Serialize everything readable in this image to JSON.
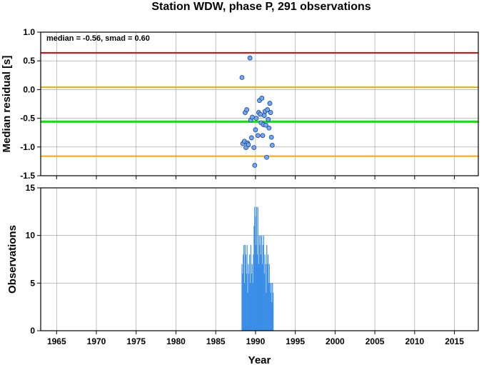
{
  "title": "Station WDW, phase P, 291 observations",
  "chart_data": [
    {
      "type": "scatter",
      "ylabel": "Median residual [s]",
      "xlim": [
        1963,
        2018
      ],
      "ylim": [
        -1.5,
        1.0
      ],
      "yticks": [
        "-1.5",
        "-1.0",
        "-0.5",
        "0.0",
        "0.5",
        "1.0"
      ],
      "grid": true,
      "annotation": "median = -0.56, smad = 0.60",
      "hlines": [
        {
          "y": 0.64,
          "color": "#ff0000"
        },
        {
          "y": 0.04,
          "color": "#ffa500"
        },
        {
          "y": -0.56,
          "color": "#00ee00"
        },
        {
          "y": -1.16,
          "color": "#ffa500"
        }
      ],
      "marker_fill": "#6fa8f5",
      "marker_stroke": "#1f3f8f",
      "points": [
        {
          "x": 1988.3,
          "y": 0.21
        },
        {
          "x": 1988.4,
          "y": -0.94
        },
        {
          "x": 1988.6,
          "y": -0.9
        },
        {
          "x": 1988.7,
          "y": -0.4
        },
        {
          "x": 1988.8,
          "y": -1.01
        },
        {
          "x": 1988.9,
          "y": -0.35
        },
        {
          "x": 1989.0,
          "y": -0.93
        },
        {
          "x": 1989.1,
          "y": -0.96
        },
        {
          "x": 1989.3,
          "y": 0.55
        },
        {
          "x": 1989.4,
          "y": -0.53
        },
        {
          "x": 1989.5,
          "y": -0.84
        },
        {
          "x": 1989.6,
          "y": -0.48
        },
        {
          "x": 1989.8,
          "y": -1.01
        },
        {
          "x": 1989.9,
          "y": -1.32
        },
        {
          "x": 1990.0,
          "y": -0.7
        },
        {
          "x": 1990.1,
          "y": -0.5
        },
        {
          "x": 1990.3,
          "y": -0.8
        },
        {
          "x": 1990.4,
          "y": -0.4
        },
        {
          "x": 1990.5,
          "y": -0.19
        },
        {
          "x": 1990.6,
          "y": -0.43
        },
        {
          "x": 1990.7,
          "y": -0.58
        },
        {
          "x": 1990.8,
          "y": -0.15
        },
        {
          "x": 1990.9,
          "y": -0.8
        },
        {
          "x": 1991.0,
          "y": -0.61
        },
        {
          "x": 1991.1,
          "y": -0.45
        },
        {
          "x": 1991.2,
          "y": -0.38
        },
        {
          "x": 1991.3,
          "y": -0.62
        },
        {
          "x": 1991.4,
          "y": -1.18
        },
        {
          "x": 1991.5,
          "y": -0.35
        },
        {
          "x": 1991.6,
          "y": -0.52
        },
        {
          "x": 1991.7,
          "y": -0.67
        },
        {
          "x": 1991.8,
          "y": -0.24
        },
        {
          "x": 1991.9,
          "y": -0.4
        },
        {
          "x": 1992.0,
          "y": -0.83
        },
        {
          "x": 1992.1,
          "y": -0.97
        }
      ]
    },
    {
      "type": "bar",
      "xlabel": "Year",
      "ylabel": "Observations",
      "xlim": [
        1963,
        2018
      ],
      "ylim": [
        0,
        15
      ],
      "yticks": [
        "0",
        "5",
        "10",
        "15"
      ],
      "xticks": [
        "1965",
        "1970",
        "1975",
        "1980",
        "1985",
        "1990",
        "1995",
        "2000",
        "2005",
        "2010",
        "2015"
      ],
      "grid": true,
      "bar_color": "#3a8ee8",
      "bin_width": 0.083,
      "x": [
        1988.3,
        1988.38,
        1988.46,
        1988.54,
        1988.62,
        1988.7,
        1988.78,
        1988.86,
        1988.94,
        1989.02,
        1989.1,
        1989.18,
        1989.26,
        1989.34,
        1989.42,
        1989.5,
        1989.58,
        1989.66,
        1989.74,
        1989.82,
        1989.9,
        1989.98,
        1990.06,
        1990.14,
        1990.22,
        1990.3,
        1990.38,
        1990.46,
        1990.54,
        1990.62,
        1990.7,
        1990.78,
        1990.86,
        1990.94,
        1991.02,
        1991.1,
        1991.18,
        1991.26,
        1991.34,
        1991.42,
        1991.5,
        1991.58,
        1991.66,
        1991.74,
        1991.82,
        1991.9,
        1991.98,
        1992.06,
        1992.14,
        1992.22
      ],
      "values": [
        7,
        6,
        8,
        9,
        5,
        9,
        8,
        6,
        9,
        4,
        7,
        6,
        8,
        5,
        9,
        6,
        7,
        5,
        8,
        11,
        13,
        12,
        9,
        13,
        8,
        13,
        7,
        10,
        9,
        10,
        8,
        10,
        7,
        9,
        10,
        6,
        8,
        7,
        4,
        9,
        7,
        8,
        5,
        7,
        5,
        4,
        5,
        3,
        5,
        4
      ]
    }
  ]
}
